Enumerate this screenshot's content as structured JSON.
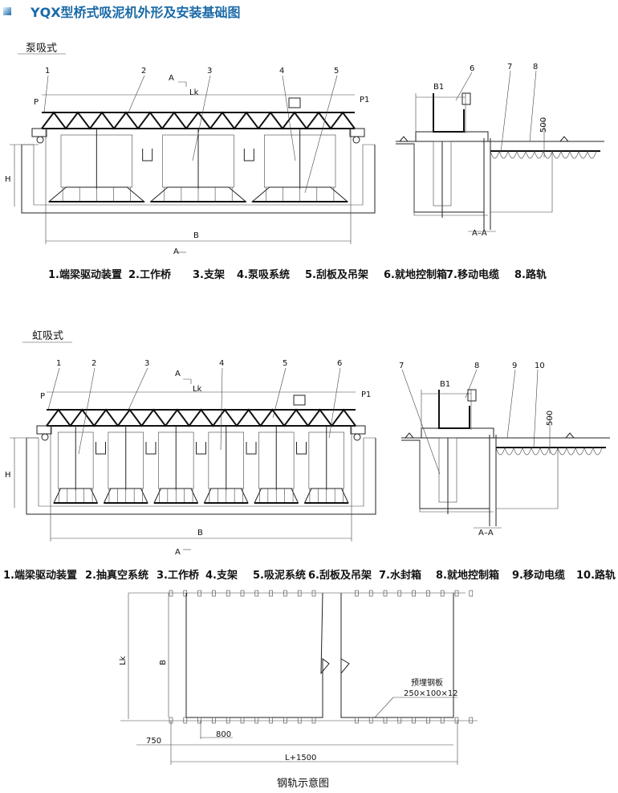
{
  "header": {
    "title": "YQX型桥式吸泥机外形及安装基础图",
    "accent": "#1a6aa8"
  },
  "pump": {
    "section_title": "泵吸式",
    "callouts": [
      "1",
      "2",
      "3",
      "4",
      "5"
    ],
    "dims": {
      "lk": "Lk",
      "p": "P",
      "p1": "P1",
      "a_top": "A",
      "a_bottom": "A",
      "b": "B",
      "h": "H"
    },
    "aa": {
      "callouts": [
        "6",
        "7",
        "8"
      ],
      "b1": "B1",
      "d500": "500",
      "caption": "A–A"
    },
    "legend": [
      "1.端梁驱动装置",
      "2.工作桥",
      "3.支架",
      "4.泵吸系统",
      "5.刮板及吊架",
      "6.就地控制箱",
      "7.移动电缆",
      "8.路轨"
    ]
  },
  "siphon": {
    "section_title": "虹吸式",
    "callouts": [
      "1",
      "2",
      "3",
      "4",
      "5",
      "6"
    ],
    "dims": {
      "lk": "Lk",
      "p": "P",
      "p1": "P1",
      "a_top": "A",
      "a_bottom": "A",
      "b": "B",
      "h": "H"
    },
    "aa": {
      "callouts": [
        "7",
        "8",
        "9",
        "10"
      ],
      "b1": "B1",
      "d500": "500",
      "caption": "A–A"
    },
    "legend": [
      "1.端梁驱动装置",
      "2.抽真空系统",
      "3.工作桥",
      "4.支架",
      "5.吸泥系统",
      "6.刮板及吊架",
      "7.水封箱",
      "8.就地控制箱",
      "9.移动电缆",
      "10.路轨"
    ]
  },
  "rail": {
    "lk": "Lk",
    "b": "B",
    "plate_label": "预埋钢板",
    "plate_size": "250×100×12",
    "d750": "750",
    "d800": "800",
    "total": "L+1500",
    "caption": "钢轨示意图"
  }
}
